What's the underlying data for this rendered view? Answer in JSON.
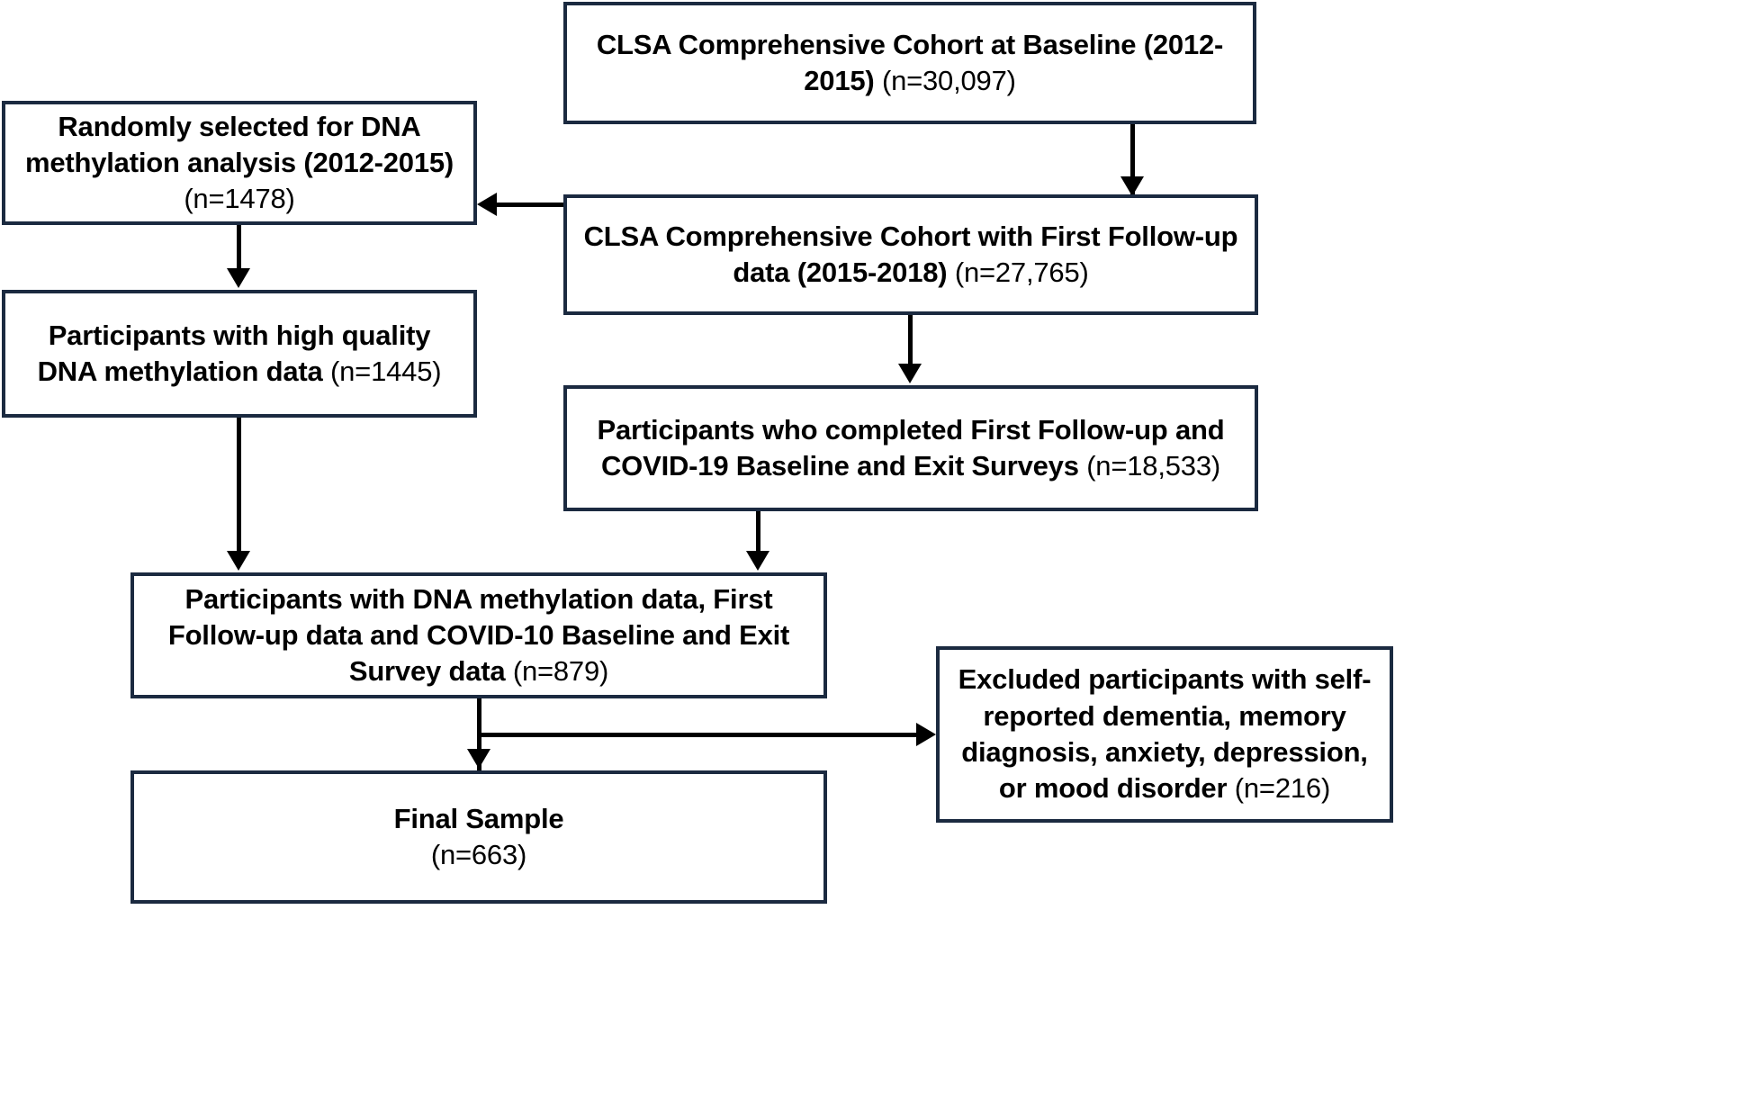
{
  "diagram": {
    "title": "CLSA participant selection flow diagram",
    "theme": {
      "box_border_color": "#1b2a40",
      "box_fill_color": "#ffffff",
      "connector_color": "#000000",
      "text_color": "#000000",
      "background_color": "#ffffff"
    },
    "nodes": [
      {
        "id": "baseline",
        "name": "clsa-comprehensive-cohort-baseline",
        "bold_text": "CLSA Comprehensive Cohort at Baseline (2012-2015)",
        "count_text": "(n=30,097)",
        "n": 30097
      },
      {
        "id": "random",
        "name": "randomly-selected-dna-methylation",
        "bold_text": "Randomly selected for DNA methylation analysis (2012-2015)",
        "count_text": "(n=1478)",
        "n": 1478
      },
      {
        "id": "followup",
        "name": "clsa-cohort-first-followup",
        "bold_text": "CLSA Comprehensive Cohort with First Follow-up data (2015-2018)",
        "count_text": "(n=27,765)",
        "n": 27765
      },
      {
        "id": "highquality",
        "name": "participants-high-quality-dna-methylation",
        "bold_text": "Participants with high quality DNA methylation data",
        "count_text": "(n=1445)",
        "n": 1445
      },
      {
        "id": "completed",
        "name": "participants-completed-followup-covid-surveys",
        "bold_text": "Participants who completed First Follow-up and COVID-19 Baseline and Exit Surveys",
        "count_text": "(n=18,533)",
        "n": 18533
      },
      {
        "id": "combined",
        "name": "participants-dna-methylation-followup-covid-data",
        "bold_text": "Participants with DNA methylation data, First Follow-up data and COVID-10 Baseline and Exit Survey data",
        "count_text": "(n=879)",
        "n": 879
      },
      {
        "id": "excluded",
        "name": "excluded-participants-self-reported-conditions",
        "bold_text": "Excluded participants with self-reported dementia, memory diagnosis, anxiety, depression, or mood disorder",
        "count_text": "(n=216)",
        "n": 216
      },
      {
        "id": "final",
        "name": "final-sample",
        "bold_text": "Final Sample",
        "count_text": "(n=663)",
        "n": 663
      }
    ],
    "edges": [
      {
        "from": "baseline",
        "to": "random",
        "direction": "left",
        "style": "elbow"
      },
      {
        "from": "baseline",
        "to": "followup",
        "direction": "down",
        "style": "straight"
      },
      {
        "from": "random",
        "to": "highquality",
        "direction": "down",
        "style": "straight"
      },
      {
        "from": "followup",
        "to": "completed",
        "direction": "down",
        "style": "straight"
      },
      {
        "from": "highquality",
        "to": "combined",
        "direction": "down",
        "style": "straight"
      },
      {
        "from": "completed",
        "to": "combined",
        "direction": "down",
        "style": "straight"
      },
      {
        "from": "combined",
        "to": "excluded",
        "direction": "right",
        "style": "elbow"
      },
      {
        "from": "combined",
        "to": "final",
        "direction": "down",
        "style": "straight"
      }
    ]
  }
}
